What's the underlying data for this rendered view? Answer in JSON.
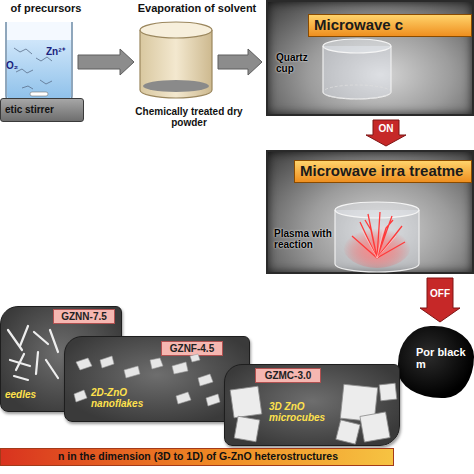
{
  "diagram": {
    "nodes": [
      {
        "text": [
          "of precursors",
          "O₂",
          "Zn²⁺"
        ]
      },
      {
        "text": [
          "etic stirrer"
        ]
      },
      {
        "text": [
          "Evaporation of solvent",
          "Chemically treated dry powder"
        ]
      },
      {
        "text": [
          "Microwave c",
          "Quartz cup"
        ]
      },
      {
        "text": [
          "Microwave irra treatme",
          "Plasma with reaction"
        ]
      },
      {
        "text": [
          "Por black m"
        ]
      },
      {
        "text": [
          "GZNN-7.5",
          "eedles"
        ]
      },
      {
        "text": [
          "GZNF-4.5",
          "2D-ZnO nanoflakes"
        ]
      },
      {
        "text": [
          "GZMC-3.0",
          "3D ZnO microcubes"
        ]
      },
      {
        "text": [
          "n in the dimension (3D to 1D) of G-ZnO heterostructures"
        ]
      }
    ],
    "edges": [
      {
        "from": 0,
        "to": 2,
        "arrow": "to"
      },
      {
        "from": 2,
        "to": 3,
        "arrow": "to"
      },
      {
        "from": 3,
        "to": 4,
        "label": "ON",
        "arrow": "to"
      },
      {
        "from": 4,
        "to": 5,
        "label": "OFF",
        "arrow": "to"
      }
    ]
  }
}
